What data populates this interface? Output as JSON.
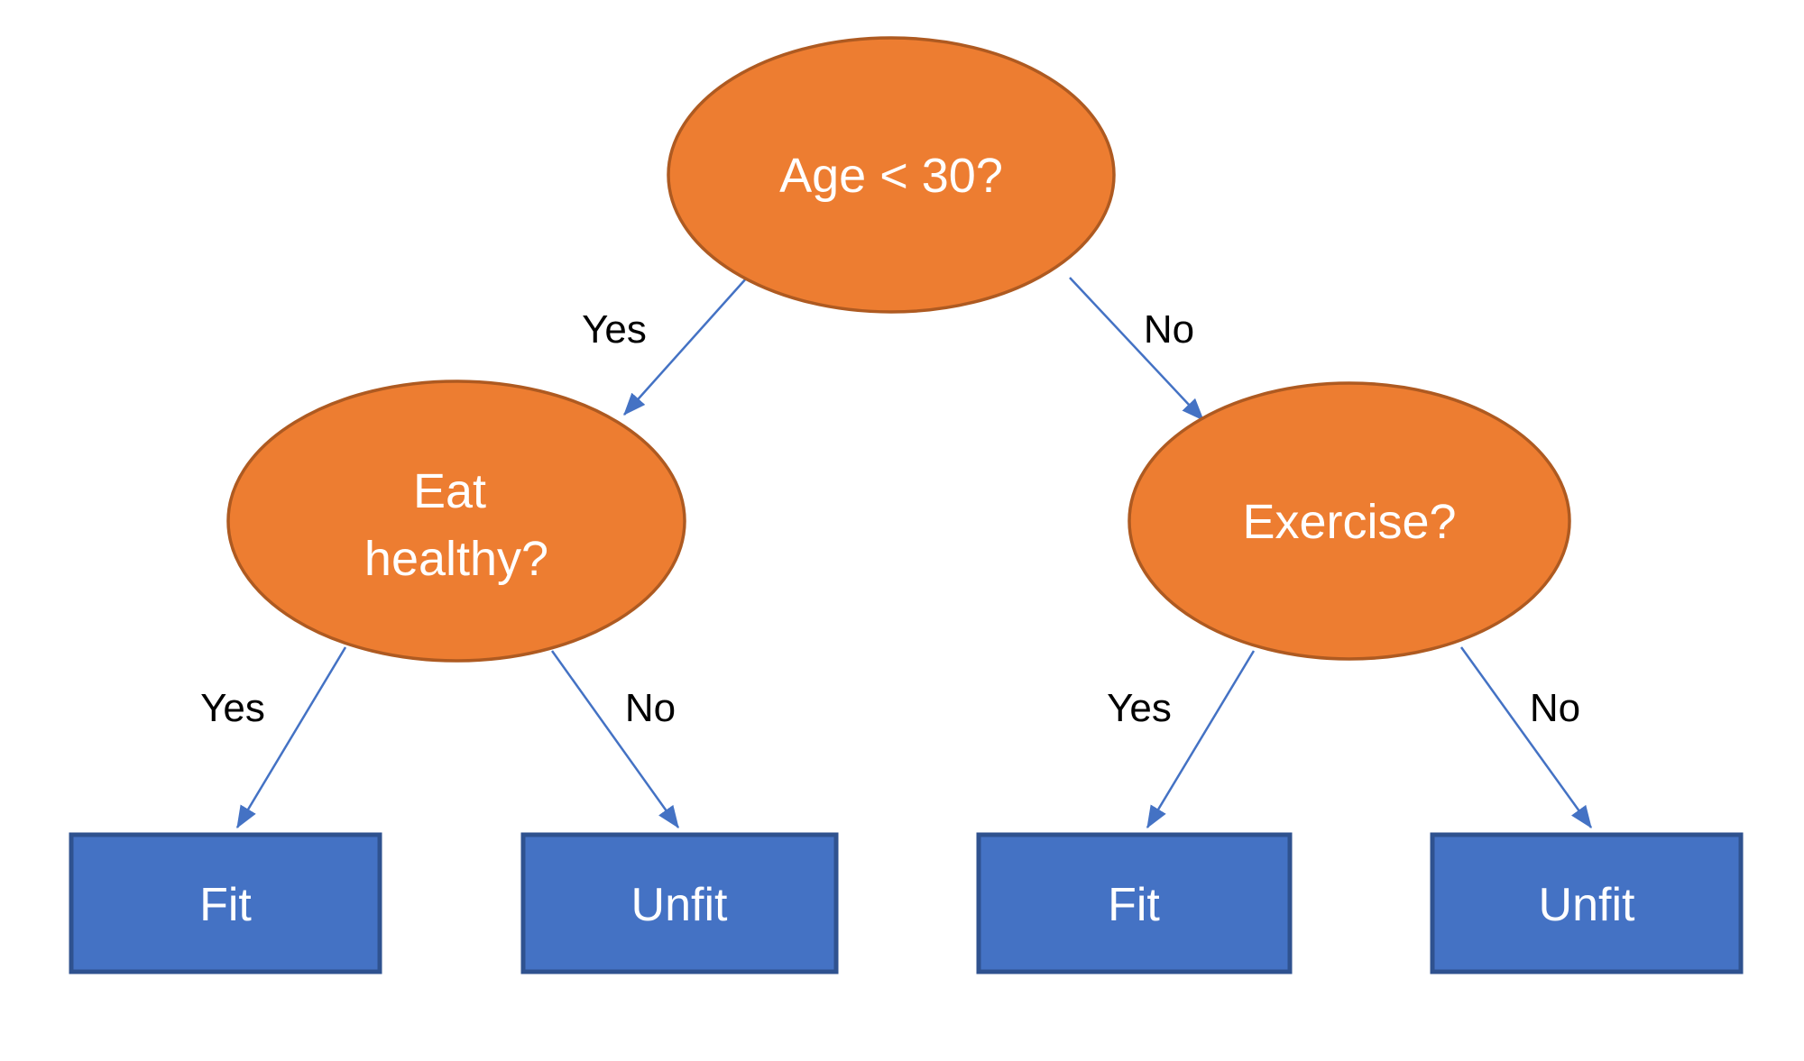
{
  "diagram": {
    "type": "decision-tree",
    "colors": {
      "decision_fill": "#ED7D31",
      "decision_border": "#AE5A21",
      "leaf_fill": "#4472C4",
      "leaf_border": "#2F528F",
      "arrow": "#4472C4",
      "edge_label_color": "#000000",
      "node_text_color": "#FFFFFF",
      "background": "#FFFFFF"
    },
    "nodes": {
      "root": {
        "label": "Age < 30?",
        "shape": "ellipse"
      },
      "eat_healthy": {
        "label": "Eat healthy?",
        "lines": [
          "Eat",
          "healthy?"
        ],
        "shape": "ellipse"
      },
      "exercise": {
        "label": "Exercise?",
        "shape": "ellipse"
      },
      "fit_left": {
        "label": "Fit",
        "shape": "rectangle"
      },
      "unfit_left": {
        "label": "Unfit",
        "shape": "rectangle"
      },
      "fit_right": {
        "label": "Fit",
        "shape": "rectangle"
      },
      "unfit_right": {
        "label": "Unfit",
        "shape": "rectangle"
      }
    },
    "edges": [
      {
        "from": "root",
        "to": "eat_healthy",
        "label": "Yes"
      },
      {
        "from": "root",
        "to": "exercise",
        "label": "No"
      },
      {
        "from": "eat_healthy",
        "to": "fit_left",
        "label": "Yes"
      },
      {
        "from": "eat_healthy",
        "to": "unfit_left",
        "label": "No"
      },
      {
        "from": "exercise",
        "to": "fit_right",
        "label": "Yes"
      },
      {
        "from": "exercise",
        "to": "unfit_right",
        "label": "No"
      }
    ]
  }
}
